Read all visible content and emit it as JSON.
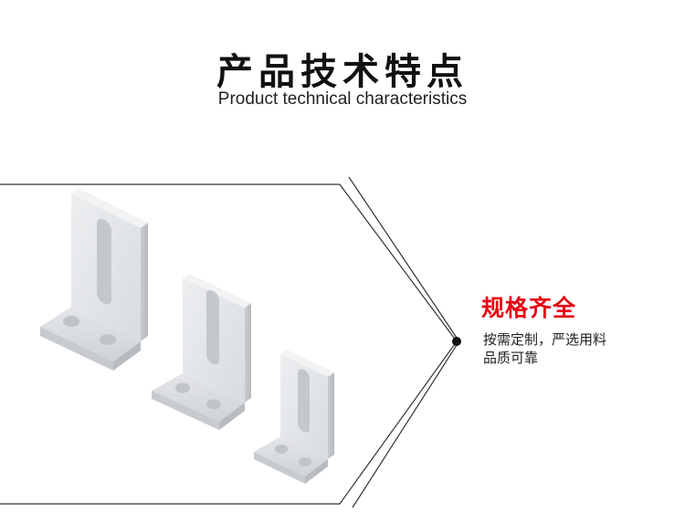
{
  "heading": {
    "title": "产品技术特点",
    "subtitle": "Product technical characteristics"
  },
  "feature": {
    "title": "规格齐全",
    "desc_line1": "按需定制，严选用料",
    "desc_line2": "品质可靠"
  },
  "colors": {
    "accent": "#e60012",
    "line": "#333333",
    "bracket_light": "#e8eaec",
    "bracket_mid": "#d2d5d9",
    "bracket_dark": "#b9bdc2"
  },
  "icons": [
    "bullet-dot-icon"
  ]
}
